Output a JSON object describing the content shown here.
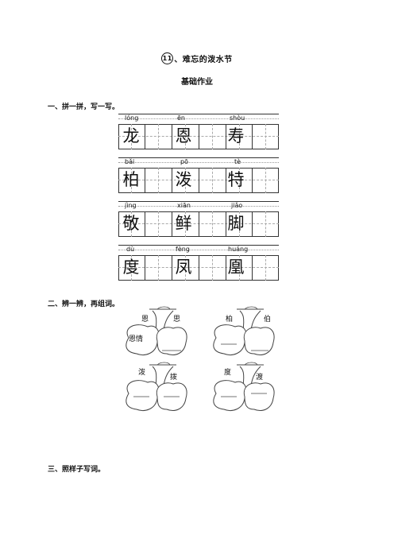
{
  "header": {
    "lesson_number": "11",
    "title": "、难忘的泼水节",
    "subtitle": "基础作业"
  },
  "sections": {
    "s1": "一、拼一拼，写一写。",
    "s2": "二、辨一辨，再组词。",
    "s3": "三、照样子写词。"
  },
  "pinyin_grid": [
    {
      "pinyin": [
        "lóng",
        "ēn",
        "shòu"
      ],
      "hanzi": [
        "龙",
        "恩",
        "寿"
      ]
    },
    {
      "pinyin": [
        "bǎi",
        "pō",
        "tè"
      ],
      "hanzi": [
        "柏",
        "泼",
        "特"
      ]
    },
    {
      "pinyin": [
        "jìng",
        "xiān",
        "jiǎo"
      ],
      "hanzi": [
        "敬",
        "鲜",
        "脚"
      ]
    },
    {
      "pinyin": [
        "dù",
        "fèng",
        "huáng"
      ],
      "hanzi": [
        "度",
        "凤",
        "凰"
      ]
    }
  ],
  "cherries": [
    {
      "left_word": "恩",
      "right_word": "思",
      "example": "恩情"
    },
    {
      "left_word": "柏",
      "right_word": "伯",
      "example": ""
    },
    {
      "left_word": "泼",
      "right_word": "拨",
      "example": ""
    },
    {
      "left_word": "度",
      "right_word": "渡",
      "example": ""
    }
  ]
}
